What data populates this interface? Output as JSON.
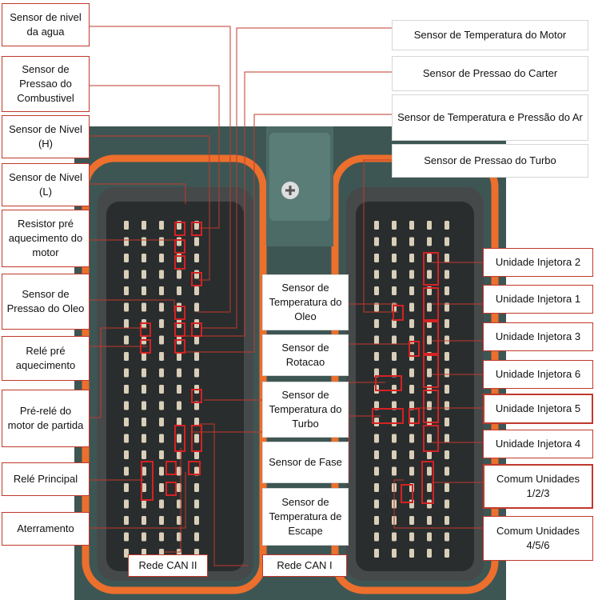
{
  "labels": {
    "agua": "Sensor de nivel da agua",
    "pressao_comb": "Sensor de Pressao do Combustivel",
    "nivel_h": "Sensor de Nivel (H)",
    "nivel_l": "Sensor de Nivel (L)",
    "resistor": "Resistor pré aquecimento do motor",
    "pressao_oleo": "Sensor de Pressao do Oleo",
    "rele_pre": "Relé pré aquecimento",
    "pre_rele": "Pré-relé do motor de partida",
    "rele_principal": "Relé Principal",
    "aterramento": "Aterramento",
    "rede_can2": "Rede CAN II",
    "rede_can1": "Rede CAN I",
    "temp_motor": "Sensor de Temperatura do Motor",
    "pressao_carter": "Sensor de Pressao do Carter",
    "temp_ar": "Sensor de Temperatura e Pressão do Ar",
    "pressao_turbo": "Sensor de Pressao do Turbo",
    "temp_oleo": "Sensor de Temperatura do Oleo",
    "rotacao": "Sensor de Rotacao",
    "temp_turbo": "Sensor de Temperatura do Turbo",
    "fase": "Sensor de Fase",
    "temp_escape": "Sensor de Temperatura de Escape",
    "inj2": "Unidade Injetora 2",
    "inj1": "Unidade Injetora 1",
    "inj3": "Unidade Injetora 3",
    "inj6": "Unidade Injetora 6",
    "inj5": "Unidade Injetora 5",
    "inj4": "Unidade Injetora 4",
    "comum123": "Comum Unidades 1/2/3",
    "comum456": "Comum Unidades 4/5/6"
  },
  "colors": {
    "housing": "#ec6f2d",
    "connector": "#46494a",
    "cavity": "#2a2d2e",
    "pin": "#d9cfb8",
    "highlight": "#d42222",
    "leader": "#c0392b"
  }
}
